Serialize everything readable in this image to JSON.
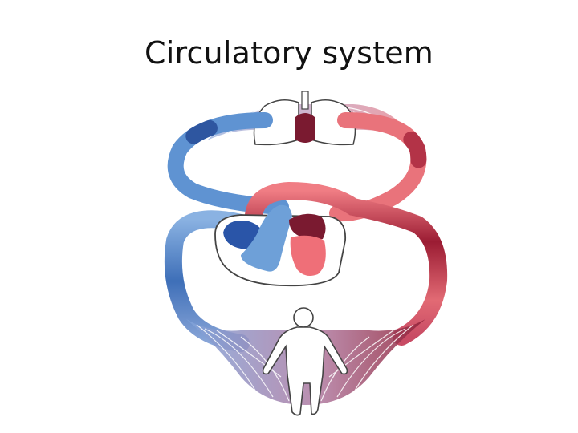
{
  "slide": {
    "title": "Circulatory system"
  },
  "figure": {
    "parts": [
      "lungs-icon",
      "heart-icon",
      "human-body-icon",
      "pulmonary-capillary-network",
      "systemic-capillary-network",
      "pulmonary-artery",
      "pulmonary-vein",
      "aorta",
      "vena-cava"
    ],
    "colors": {
      "deoxygenated": "#5b8fd0",
      "deoxygenated_dark": "#2a4f9a",
      "oxygenated": "#e8666e",
      "oxygenated_dark": "#7e1628",
      "capillary_mix": "#b48aa8",
      "outline": "#444444"
    }
  }
}
